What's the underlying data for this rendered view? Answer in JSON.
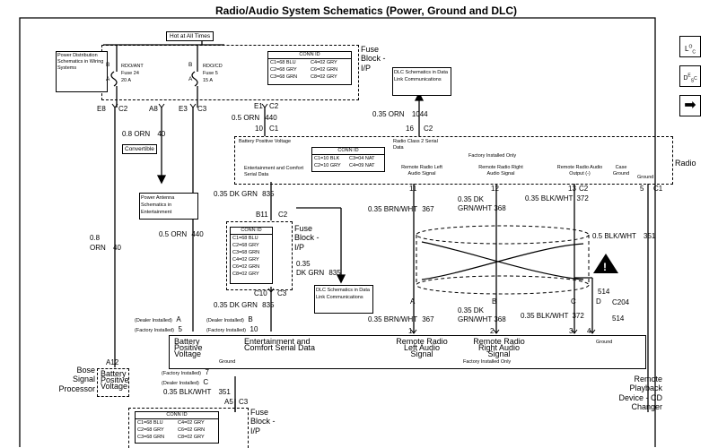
{
  "title": "Radio/Audio System Schematics (Power, Ground and DLC)",
  "nav": {
    "loc_icon": "LOC",
    "loc": {
      "L": "L",
      "O": "O",
      "C": "C"
    },
    "desc_icon": "DESC",
    "desc": {
      "D": "D",
      "E": "E",
      "S": "S",
      "C": "C"
    },
    "next_icon": "right-arrow-icon",
    "next_glyph": "➡"
  },
  "hot_label": "Hot at All Times",
  "fuse_top": {
    "name": "Fuse Block - I/P",
    "conn_title": "CONN ID",
    "conn": [
      "C1=68 BLU",
      "C4=02 GRY",
      "C2=68 GRY",
      "C6=02 GRN",
      "C3=68 GRN",
      "C8=02 GRY"
    ]
  },
  "pd_box": "Power Distribution Schematics in Wiring Systems",
  "fuse24": {
    "name": "RDO/ANT",
    "num": "Fuse 24",
    "amp": "20 A"
  },
  "fuse5": {
    "name": "RDO/CD",
    "num": "Fuse 5",
    "amp": "15 A"
  },
  "letters": {
    "B": "B",
    "A": "A"
  },
  "pins_top": {
    "e8": "E8",
    "c2": "C2",
    "a8": "A8",
    "e3": "E3",
    "c3": "C3",
    "e1": "E1",
    "c2b": "C2",
    "n10": "10",
    "c1": "C1",
    "n16": "16",
    "c2c": "C2"
  },
  "wires": {
    "orn05": "0.5 ORN",
    "n440": "440",
    "orn08": "0.8 ORN",
    "n40": "40",
    "orn035": "0.35 ORN",
    "n1044": "1044",
    "orn08b": "0.8",
    "orn08c": "ORN",
    "n40b": "40",
    "orn05b": "0.5 ORN",
    "n440b": "440",
    "dkgrn835": "0.35 DK GRN",
    "n835": "835",
    "dkgrn_a": "0.35",
    "dkgrn_b": "DK GRN",
    "n835b": "835",
    "dkgrn835b": "0.35 DK GRN",
    "n835c": "835",
    "brnwht367": "0.35 BRN/WHT",
    "n367": "367",
    "dkgrnwht_a": "0.35 DK",
    "dkgrnwht_b": "GRN/WHT",
    "n368": "368",
    "blkwht372": "0.35 BLK/WHT",
    "n372": "372",
    "blkwht351": "0.5 BLK/WHT",
    "n351": "351",
    "brnwht367b": "0.35 BRN/WHT",
    "n367b": "367",
    "dkgrnwht_c": "0.35 DK",
    "dkgrnwht_d": "GRN/WHT",
    "n368b": "368",
    "blkwht372b": "0.35 BLK/WHT",
    "n372b": "372",
    "n514a": "514",
    "c204": "C204",
    "n514b": "514",
    "blkwht351b": "0.35 BLK/WHT",
    "n351b": "351"
  },
  "convertible": "Convertible",
  "antenna_box": "Power Antenna Schematics in Entertainment",
  "dlc_box": "DLC Schematics in Data Link Communications",
  "dlc_box2": "DLC Schematics in Data Link Communications",
  "radio": {
    "name": "Radio",
    "bat": "Battery Positive Voltage",
    "ent": "Entertainment and Comfort Serial Data",
    "class2": "Radio Class 2 Serial Data",
    "factory": "Factory Installed Only",
    "left": "Remote Radio Left Audio Signal",
    "right": "Remote Radio Right Audio Signal",
    "output": "Remote Radio Audio Output (-)",
    "case": "Case Ground",
    "ground": "Ground",
    "conn_title": "CONN ID",
    "conn": [
      "C1=10 BLK",
      "C3=04 NAT",
      "C2=10 GRY",
      "C4=09 NAT"
    ],
    "pins": {
      "p11": "11",
      "p12": "12",
      "p13": "13",
      "c2": "C2",
      "p5": "5",
      "c1": "C1"
    }
  },
  "fuse_mid": {
    "name": "Fuse Block - I/P",
    "conn_title": "CONN ID",
    "conn": [
      "C1=68 BLU",
      "C2=68 GRY",
      "C3=68 GRN",
      "C4=02 GRY",
      "C6=02 GRN",
      "C8=02 GRY"
    ],
    "b11": "B11",
    "c2": "C2",
    "c10": "C10",
    "c3": "C3"
  },
  "cdc": {
    "dealer_a": "(Dealer Installed)",
    "a": "A",
    "factory_5": "(Factory Installed)",
    "p5": "5",
    "dealer_b": "(Dealer Installed)",
    "b": "B",
    "factory_10": "(Factory Installed)",
    "p10": "10",
    "bat": "Battery Positive Voltage",
    "ent": "Entertainment and Comfort Serial Data",
    "left": "Remote Radio Left Audio Signal",
    "right": "Remote Radio Right Audio Signal",
    "gnd": "Ground",
    "gnd2": "Ground",
    "factory": "Factory Installed Only",
    "pA": "A",
    "pB": "B",
    "pC": "C",
    "pD": "D",
    "p1": "1",
    "p2": "2",
    "p3": "3",
    "p4": "4",
    "name": "Remote Playback Device - CD Changer"
  },
  "bose": {
    "a12": "A12",
    "name": "Bose Signal Processor",
    "box": "Battery Positive Voltage",
    "factory7": "(Factory Installed)",
    "p7": "7",
    "dealerC": "(Dealer Installed)",
    "pC": "C"
  },
  "fuse_bot": {
    "name": "Fuse Block - I/P",
    "a5": "A5",
    "c3": "C3",
    "conn_title": "CONN ID",
    "conn": [
      "C1=68 BLU",
      "C4=02 GRY",
      "C2=68 GRY",
      "C6=02 GRN",
      "C3=68 GRN",
      "C8=02 GRY"
    ]
  }
}
